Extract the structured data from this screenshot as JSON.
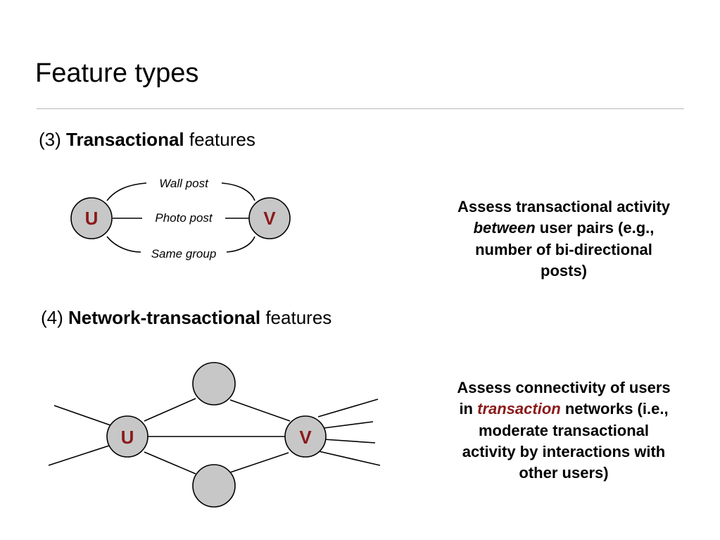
{
  "slide": {
    "title": "Feature types"
  },
  "section3": {
    "number": "(3)",
    "bold": "Transactional",
    "rest": "features",
    "description": {
      "before": "Assess transactional activity",
      "emphasis": "between",
      "after": "user pairs (e.g., number of bi-directional posts)"
    },
    "diagram": {
      "node_u": "U",
      "node_v": "V",
      "edge_labels": [
        "Wall post",
        "Photo post",
        "Same group"
      ]
    }
  },
  "section4": {
    "number": "(4)",
    "bold": "Network-transactional",
    "rest": "features",
    "description": {
      "before": "Assess connectivity of users in",
      "emphasis": "transaction",
      "after": "networks (i.e., moderate transactional activity by interactions with other users)"
    },
    "diagram": {
      "node_u": "U",
      "node_v": "V"
    }
  },
  "colors": {
    "accent": "#8b1a1a",
    "node_fill": "#c7c7c7",
    "rule": "#b8b8b8"
  }
}
